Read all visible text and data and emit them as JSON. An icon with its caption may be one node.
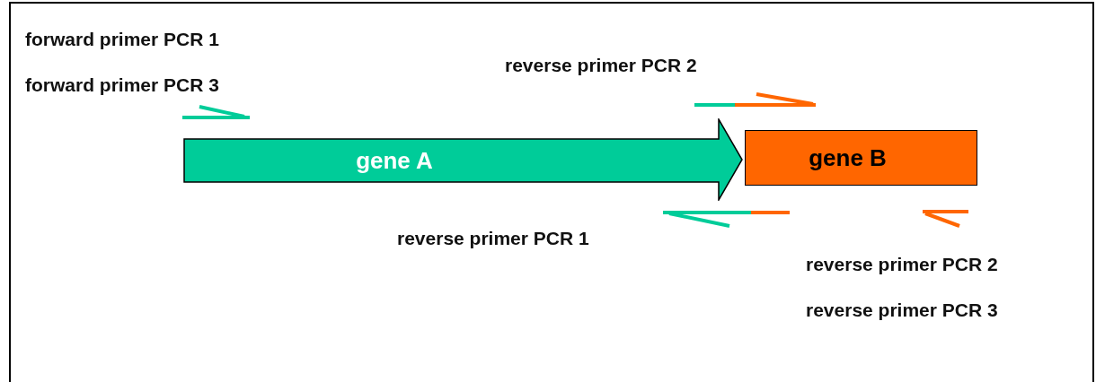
{
  "diagram": {
    "nodes": [
      {
        "text": [
          "gene A"
        ]
      },
      {
        "text": [
          "gene B"
        ]
      }
    ],
    "labels": [
      "forward primer PCR 1",
      "forward primer PCR 3",
      "reverse primer PCR 2",
      "reverse primer PCR 1",
      "reverse primer PCR 2",
      "reverse primer PCR 3"
    ]
  }
}
